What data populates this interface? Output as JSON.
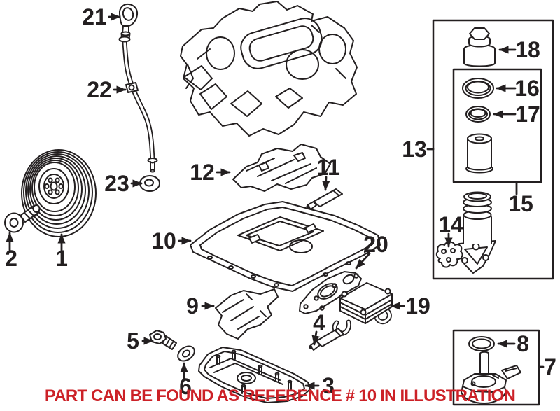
{
  "diagram": {
    "kind": "exploded-parts-illustration",
    "background": "#ffffff",
    "line_color": "#231f20",
    "note_color": "#cc2127"
  },
  "callouts": [
    {
      "label": "1"
    },
    {
      "label": "2"
    },
    {
      "label": "3"
    },
    {
      "label": "4"
    },
    {
      "label": "5"
    },
    {
      "label": "6"
    },
    {
      "label": "7"
    },
    {
      "label": "8"
    },
    {
      "label": "9"
    },
    {
      "label": "10"
    },
    {
      "label": "11"
    },
    {
      "label": "12"
    },
    {
      "label": "13"
    },
    {
      "label": "14"
    },
    {
      "label": "15"
    },
    {
      "label": "16"
    },
    {
      "label": "17"
    },
    {
      "label": "18"
    },
    {
      "label": "19"
    },
    {
      "label": "20"
    },
    {
      "label": "21"
    },
    {
      "label": "22"
    },
    {
      "label": "23"
    }
  ],
  "note": {
    "text": "PART CAN BE FOUND AS REFERENCE # 10 IN ILLUSTRATION"
  }
}
